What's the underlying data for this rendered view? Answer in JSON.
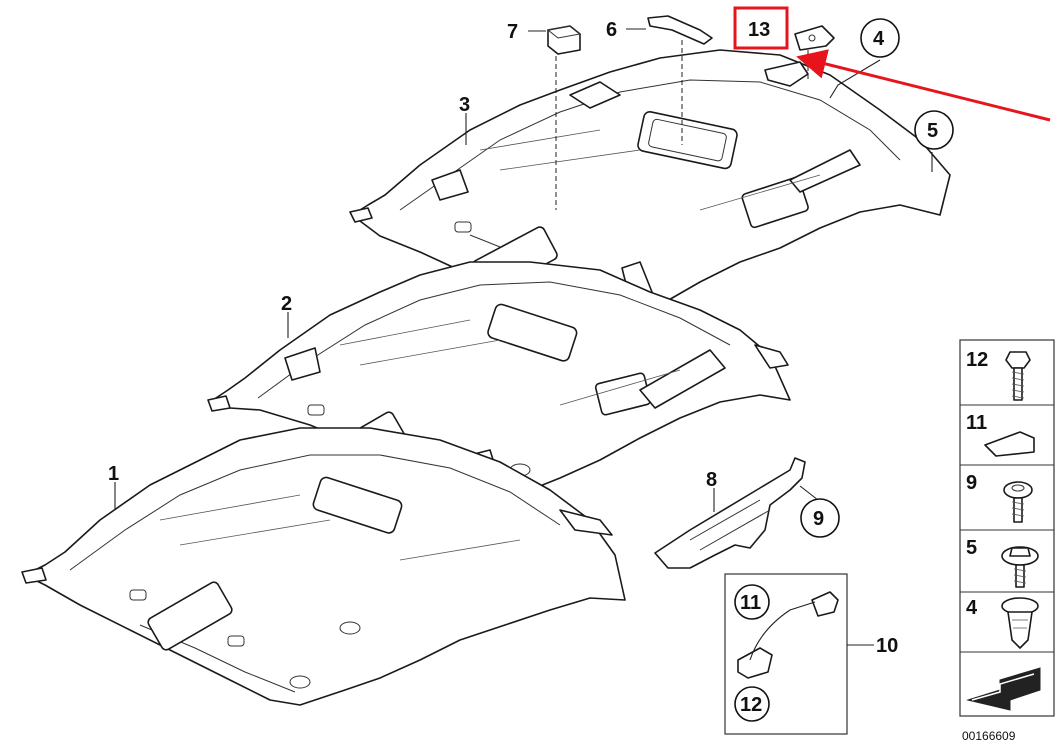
{
  "callouts": {
    "c1": "1",
    "c2": "2",
    "c3": "3",
    "c4": "4",
    "c5": "5",
    "c6": "6",
    "c7": "7",
    "c8": "8",
    "c9": "9",
    "c10": "10",
    "c11": "11",
    "c12": "12",
    "c13": "13"
  },
  "side_panel": {
    "items": [
      "12",
      "11",
      "9",
      "5",
      "4"
    ]
  },
  "diagram_code": "00166609",
  "colors": {
    "highlight": "#e8141b",
    "line": "#1a1a1a"
  }
}
